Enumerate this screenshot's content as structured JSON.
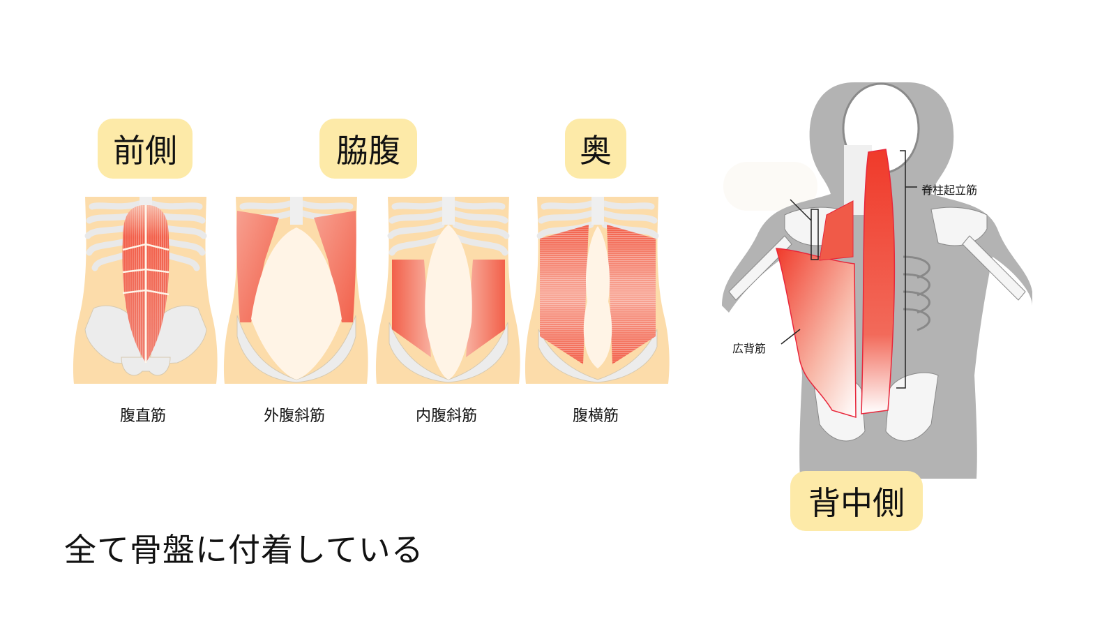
{
  "header_tags": {
    "front": "前側",
    "side": "脇腹",
    "deep": "奥",
    "back": "背中側"
  },
  "muscle_panels": [
    {
      "name": "腹直筋",
      "region": "front",
      "type": "rectus"
    },
    {
      "name": "外腹斜筋",
      "region": "side",
      "type": "external-oblique"
    },
    {
      "name": "内腹斜筋",
      "region": "side",
      "type": "internal-oblique"
    },
    {
      "name": "腹横筋",
      "region": "deep",
      "type": "transversus"
    }
  ],
  "back_figure": {
    "labels": {
      "erector_spinae": "脊柱起立筋",
      "latissimus_dorsi": "広背筋"
    }
  },
  "statement": "全て骨盤に付着している",
  "colors": {
    "tag_bg": "#fdeaa8",
    "skin": "#fcdcaa",
    "bone": "#ececec",
    "muscle": "#f2604a",
    "silhouette": "#b3b3b3"
  }
}
